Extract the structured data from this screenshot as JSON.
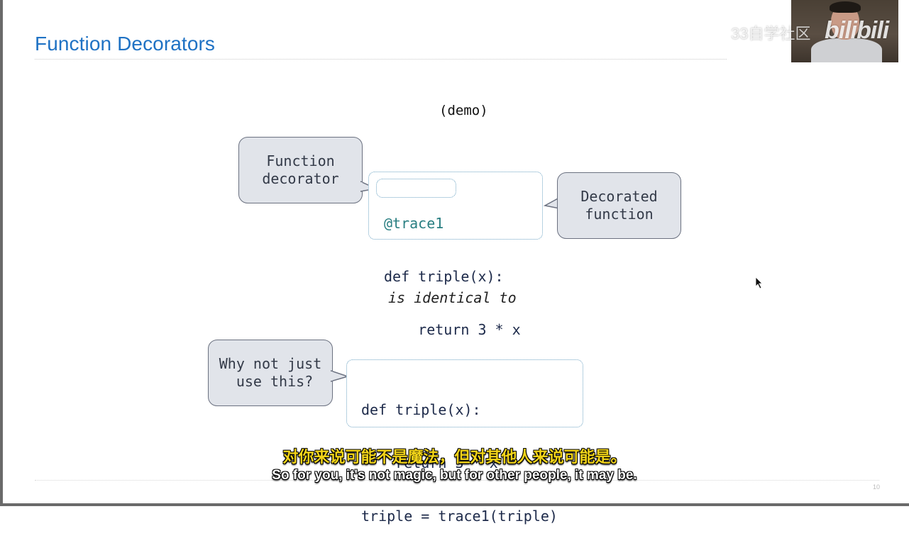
{
  "slide": {
    "title": "Function Decorators",
    "demo_label": "(demo)",
    "identical_label": "is identical to",
    "page_number": "10"
  },
  "callouts": {
    "function_decorator": "Function\ndecorator",
    "decorated_function": "Decorated\nfunction",
    "why_not": "Why not just\n use this?"
  },
  "code_top": {
    "decorator_line": "@trace1",
    "line2": "def triple(x):",
    "line3": "    return 3 * x"
  },
  "code_bottom": {
    "line1": "def triple(x):",
    "line2": "    return 3 * x",
    "line3": "triple = trace1(triple)"
  },
  "overlay": {
    "watermark": "33自学社区",
    "logo": "bilibili",
    "subtitle_cn": "对你来说可能不是魔法，但对其他人来说可能是。",
    "subtitle_en": "So for you, it's not magic, but for other people, it may be."
  },
  "colors": {
    "title": "#1f72c4",
    "callout_fill": "#e1e4ea",
    "code_border": "#6fa5c4",
    "decorator_text": "#2a7f82",
    "subtitle_cn": "#f1d319"
  }
}
